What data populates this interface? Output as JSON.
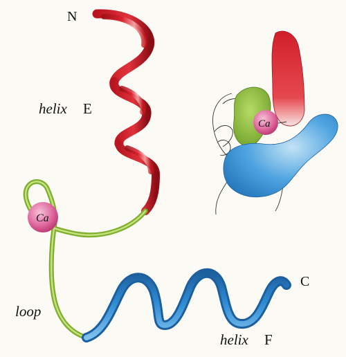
{
  "labels": {
    "n_terminus": "N",
    "c_terminus": "C",
    "helix_e_word": "helix",
    "helix_e_letter": "E",
    "helix_f_word": "helix",
    "helix_f_letter": "F",
    "loop": "loop",
    "calcium_main": "Ca",
    "calcium_inset": "Ca"
  },
  "colors": {
    "helix_e": "#d11f2b",
    "loop": "#8fbf3a",
    "helix_f": "#1f7cc4",
    "calcium": "#d44a86",
    "background": "#fbfaf4"
  }
}
